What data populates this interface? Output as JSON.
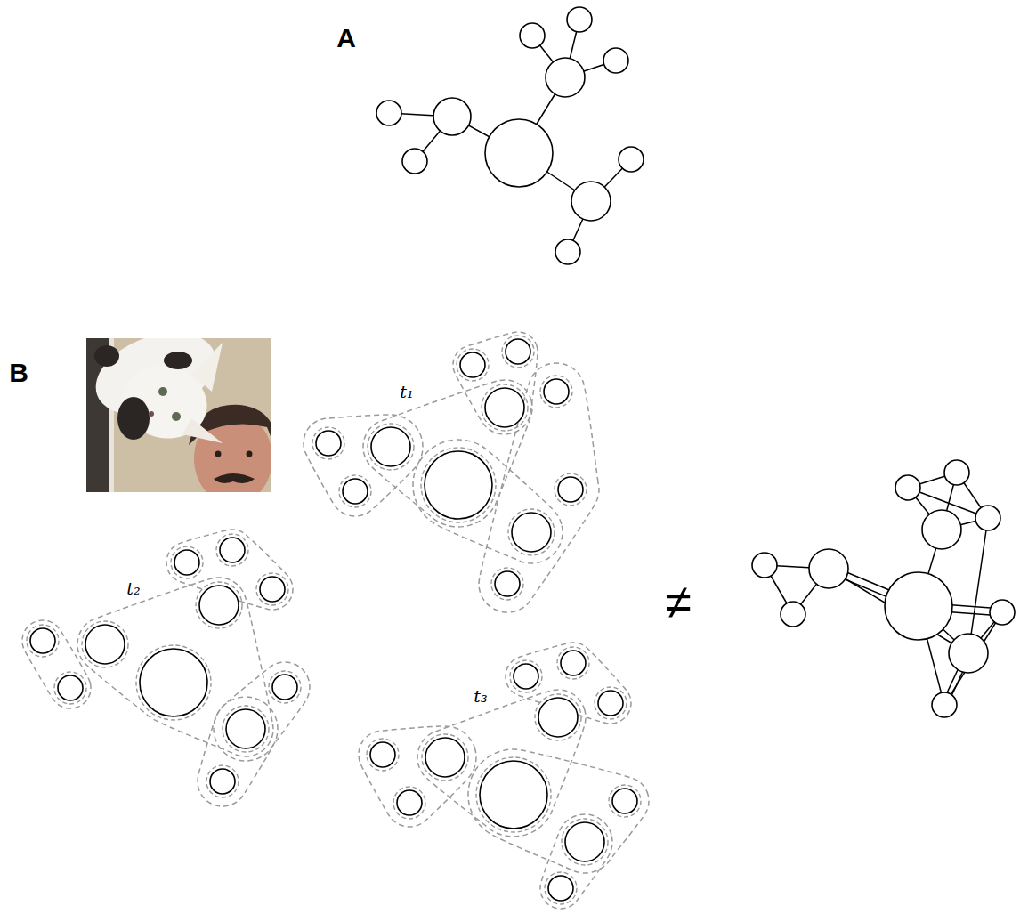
{
  "diagram": {
    "labels": [
      "A",
      "B",
      "t₁",
      "t₂",
      "t₃",
      "≠"
    ]
  }
}
